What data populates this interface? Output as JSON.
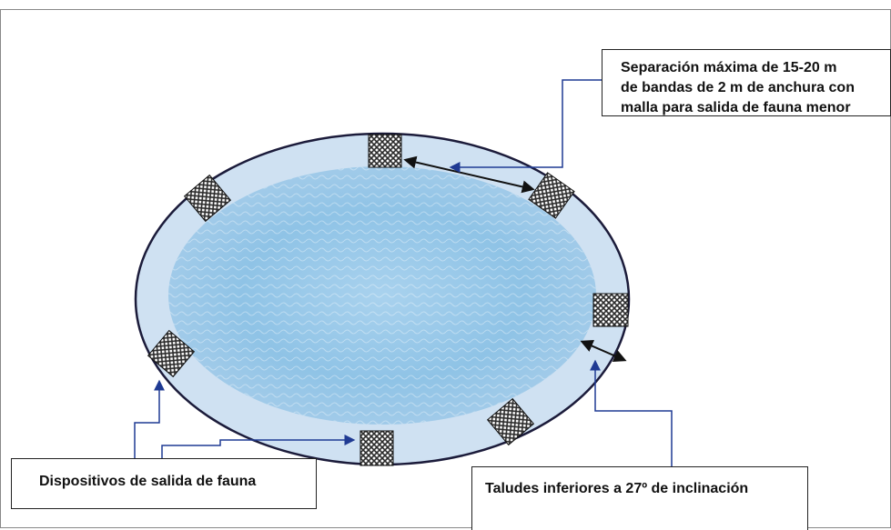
{
  "callouts": {
    "spacing": {
      "lines": [
        "Separación máxima de 15-20 m",
        "de bandas de 2 m de anchura con",
        "malla para salida de fauna menor"
      ]
    },
    "exit_devices": "Dispositivos de salida de fauna",
    "slopes": "Taludes inferiores a 27º de inclinación"
  },
  "colors": {
    "outer_band": "#cfe1f2",
    "water": "#8fc3e6",
    "outline": "#1b1b3a",
    "arrow": "#1f3a93",
    "mesh": "#2b2b2b"
  }
}
